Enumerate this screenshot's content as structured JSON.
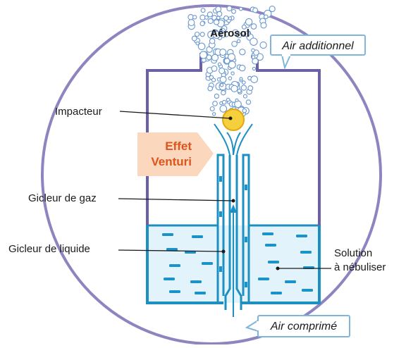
{
  "diagram": {
    "labels": {
      "aerosol": "Aérosol",
      "air_additionnel": "Air additionnel",
      "impacteur": "Impacteur",
      "effet": "Effet",
      "venturi": "Venturi",
      "gicleur_gaz": "Gicleur de gaz",
      "gicleur_liquide": "Gicleur de liquide",
      "solution_line1": "Solution",
      "solution_line2": "à nébuliser",
      "air_comprime": "Air comprimé"
    },
    "colors": {
      "circle": "#8f84c0",
      "chamber": "#6b5fa8",
      "liquid_fill": "#e3f3fb",
      "liquid_line": "#1d8fc1",
      "liquid_dash": "#1a93c9",
      "bubble": "#6a98cf",
      "impacteur": "#f6cf3c",
      "venturi_bg": "#fbd7bd",
      "venturi_text": "#e0531a",
      "label_box_border": "#7fb6da"
    }
  }
}
